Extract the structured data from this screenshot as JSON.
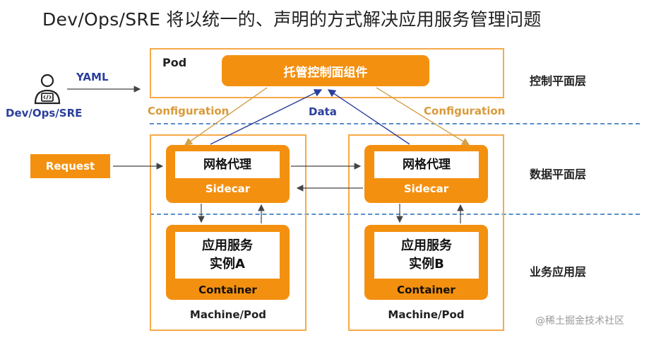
{
  "title": "Dev/Ops/SRE 将以统一的、声明的方式解决应用服务管理问题",
  "layers": {
    "control": "控制平面层",
    "data": "数据平面层",
    "business": "业务应用层"
  },
  "pod": {
    "label": "Pod",
    "control_component": "托管控制面组件"
  },
  "user": {
    "label": "Dev/Ops/SRE",
    "yaml": "YAML"
  },
  "flows": {
    "config_left": "Configuration",
    "config_right": "Configuration",
    "data": "Data"
  },
  "request": "Request",
  "left_node": {
    "proxy": "网格代理",
    "sidecar": "Sidecar",
    "app_line1": "应用服务",
    "app_line2": "实例A",
    "container": "Container",
    "machine": "Machine/Pod"
  },
  "right_node": {
    "proxy": "网格代理",
    "sidecar": "Sidecar",
    "app_line1": "应用服务",
    "app_line2": "实例B",
    "container": "Container",
    "machine": "Machine/Pod"
  },
  "watermark": "@稀土掘金技术社区",
  "colors": {
    "orange": "#f4900f",
    "outline": "#f7a94a",
    "blue_arrow": "#2b3f9c",
    "config_arrow": "#d4a14a",
    "dashed": "#5a8fc8"
  }
}
